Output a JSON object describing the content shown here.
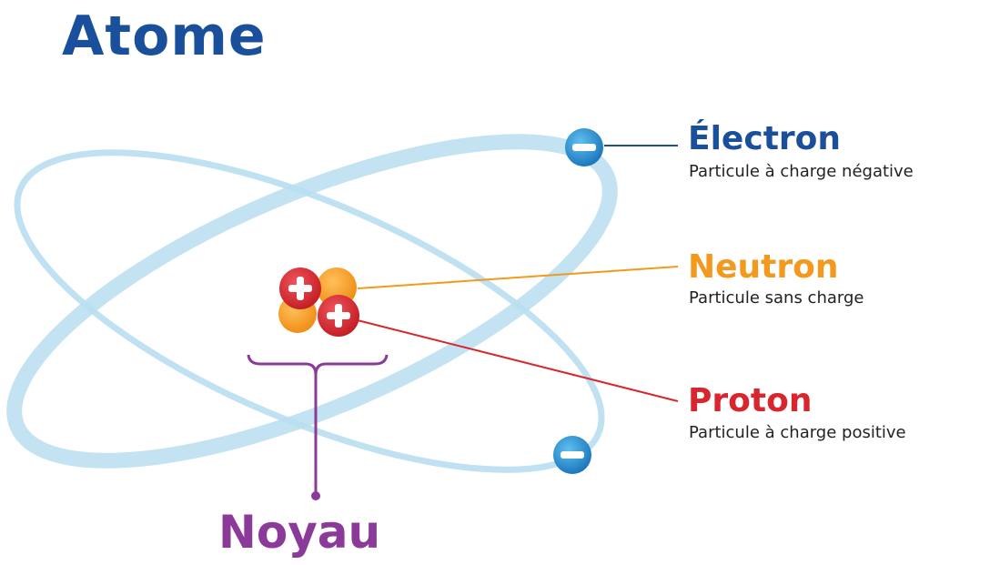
{
  "title": "Atome",
  "labels": {
    "electron": {
      "name": "Électron",
      "description": "Particule à charge négative"
    },
    "neutron": {
      "name": "Neutron",
      "description": "Particule sans charge"
    },
    "proton": {
      "name": "Proton",
      "description": "Particule à charge positive"
    },
    "nucleus": {
      "name": "Noyau"
    }
  },
  "colors": {
    "title": "#1a4f9c",
    "electron": "#1a4f9c",
    "neutron": "#f39a1e",
    "proton": "#d9262e",
    "nucleus": "#8b3a9a",
    "orbit": "#b8def1",
    "electron_particle": "#1f8fd0"
  },
  "icons": {
    "electron": "minus-circle-icon",
    "proton": "plus-circle-icon",
    "neutron": "orange-sphere-icon"
  }
}
